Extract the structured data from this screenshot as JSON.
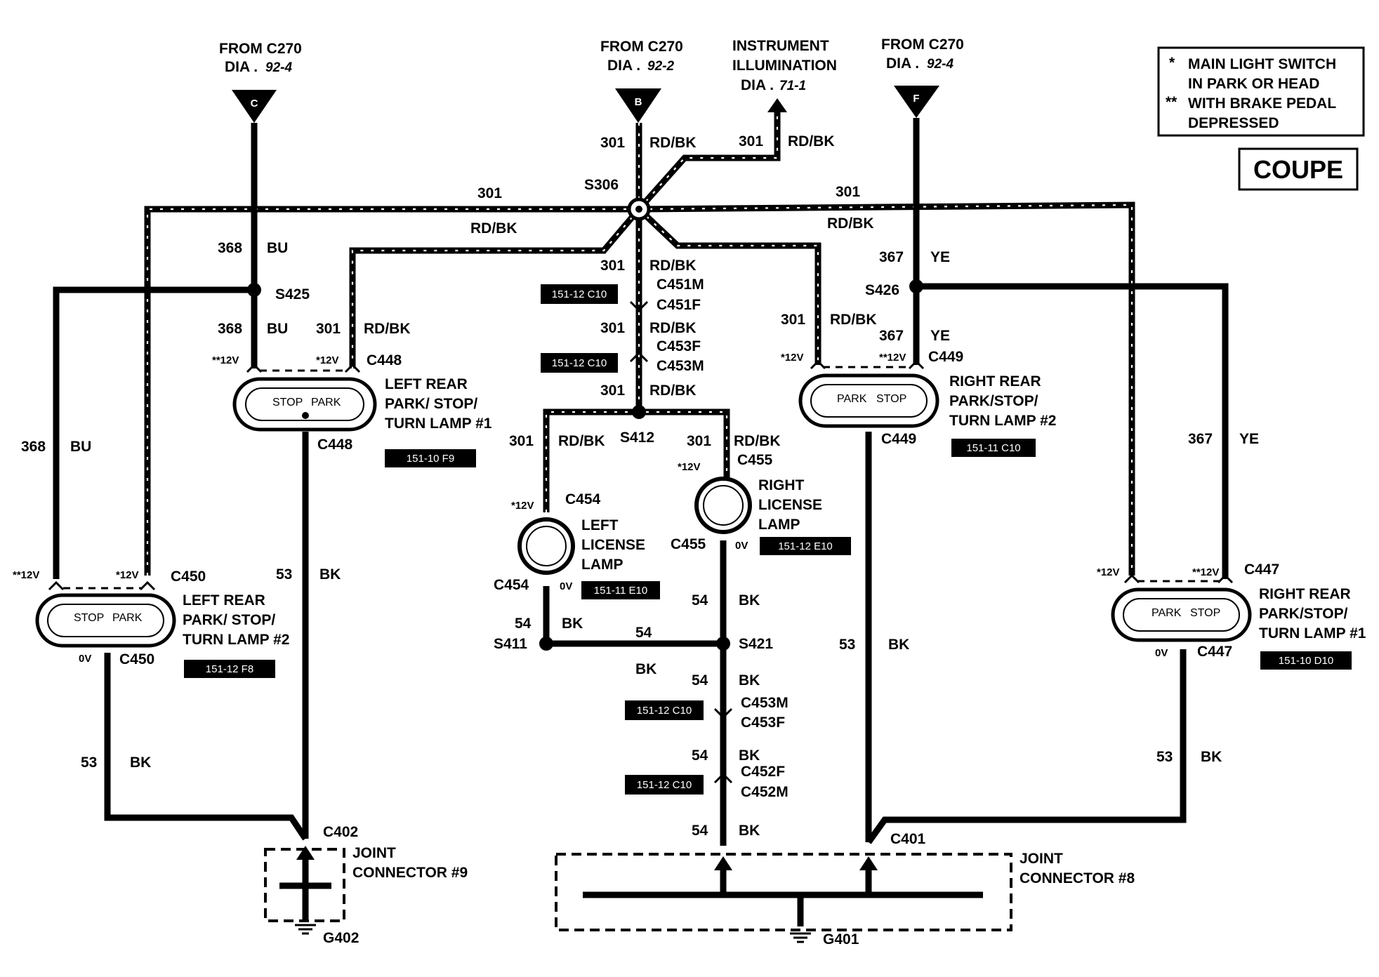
{
  "notes": {
    "line1_mark": "*",
    "line1a": "MAIN LIGHT SWITCH",
    "line1b": "IN PARK OR HEAD",
    "line2_mark": "**",
    "line2a": "WITH BRAKE PEDAL",
    "line2b": "DEPRESSED"
  },
  "coupe_label": "COUPE",
  "inputs": {
    "c": {
      "letter": "C",
      "from": "FROM C270",
      "dia": "DIA .",
      "dia_ref": "92-4"
    },
    "b": {
      "letter": "B",
      "from": "FROM C270",
      "dia": "DIA .",
      "dia_ref": "92-2"
    },
    "f": {
      "letter": "F",
      "from": "FROM C270",
      "dia": "DIA .",
      "dia_ref": "92-4"
    },
    "instr": {
      "line1": "INSTRUMENT",
      "line2": "ILLUMINATION",
      "dia": "DIA .",
      "dia_ref": "71-1"
    }
  },
  "wires": {
    "c301": "301",
    "crdbk": "RD/BK",
    "c368": "368",
    "cbu": "BU",
    "c367": "367",
    "cye": "YE",
    "c54": "54",
    "cbk": "BK",
    "c53": "53"
  },
  "splices": {
    "s306": "S306",
    "s425": "S425",
    "s426": "S426",
    "s412": "S412",
    "s411": "S411",
    "s421": "S421"
  },
  "connectors": {
    "c451m": "C451M",
    "c451f": "C451F",
    "c453f": "C453F",
    "c453m": "C453M",
    "c452f": "C452F",
    "c452m": "C452M",
    "c448": "C448",
    "c449": "C449",
    "c450": "C450",
    "c447": "C447",
    "c454": "C454",
    "c455": "C455",
    "c402": "C402",
    "c401": "C401",
    "g402": "G402",
    "g401": "G401"
  },
  "voltages": {
    "v12s": "*12V",
    "v12d": "**12V",
    "v0": "0V"
  },
  "lamps": {
    "lr1": {
      "name1": "LEFT REAR",
      "name2": "PARK/ STOP/",
      "name3": "TURN LAMP #1",
      "left": "STOP",
      "right": "PARK",
      "ref": "151-10 F9"
    },
    "lr2": {
      "name1": "LEFT REAR",
      "name2": "PARK/ STOP/",
      "name3": "TURN LAMP #2",
      "left": "STOP",
      "right": "PARK",
      "ref": "151-12 F8"
    },
    "rr2": {
      "name1": "RIGHT REAR",
      "name2": "PARK/STOP/",
      "name3": "TURN LAMP #2",
      "left": "PARK",
      "right": "STOP",
      "ref": "151-11 C10"
    },
    "rr1": {
      "name1": "RIGHT REAR",
      "name2": "PARK/STOP/",
      "name3": "TURN LAMP #1",
      "left": "PARK",
      "right": "STOP",
      "ref": "151-10 D10"
    },
    "llic": {
      "name1": "LEFT",
      "name2": "LICENSE",
      "name3": "LAMP",
      "ref": "151-11 E10"
    },
    "rlic": {
      "name1": "RIGHT",
      "name2": "LICENSE",
      "name3": "LAMP",
      "ref": "151-12 E10"
    }
  },
  "refs": {
    "r1": "151-12 C10",
    "r2": "151-12 C10",
    "r3": "151-12 C10",
    "r4": "151-12 C10"
  },
  "joints": {
    "j9": {
      "line1": "JOINT",
      "line2": "CONNECTOR #9"
    },
    "j8": {
      "line1": "JOINT",
      "line2": "CONNECTOR #8"
    }
  }
}
